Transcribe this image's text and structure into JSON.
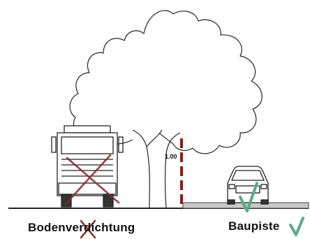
{
  "labels": {
    "left_caption": "Bodenverdichtung",
    "right_caption": "Baupiste",
    "measurement": "1.00"
  },
  "icons": {
    "left_marker": "cross-mark-icon",
    "right_marker": "check-mark-icon",
    "left_vehicle": "truck-icon",
    "right_vehicle": "car-icon",
    "plant": "tree-icon"
  },
  "colors": {
    "line": "#222222",
    "cross": "#8a2a2a",
    "check": "#5aa88a",
    "measure": "#8a1e1e",
    "track": "#c8c8c8",
    "background": "#ffffff"
  }
}
